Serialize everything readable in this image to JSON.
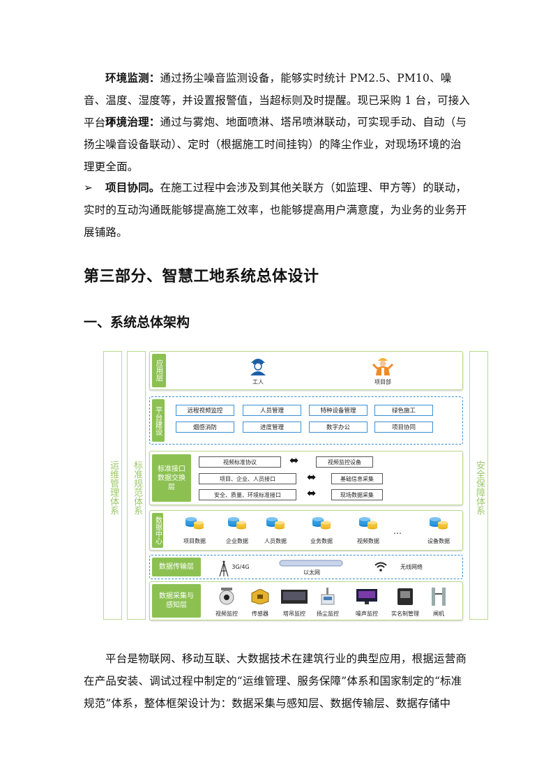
{
  "paragraphs": {
    "env_monitor_label": "环境监测：",
    "env_monitor_text": "通过扬尘噪音监测设备，能够实时统计 PM2.5、PM10、噪音、温度、湿度等，并设置报警值，当超标则及时提醒。现已采购 1 台，可接入平台中。",
    "env_govern_label": "环境治理：",
    "env_govern_text": "通过与雾炮、地面喷淋、塔吊喷淋联动，可实现手动、自动（与扬尘噪音设备联动）、定时（根据施工时间挂钩）的降尘作业，对现场环境的治理更全面。",
    "bullet": "➢",
    "project_label": "项目协同。",
    "project_text": "在施工过程中会涉及到其他关联方（如监理、甲方等）的联动，实时的互动沟通既能够提高施工效率，也能够提高用户满意度，为业务的业务开展铺路。",
    "final_text": "平台是物联网、移动互联、大数据技术在建筑行业的典型应用，根据运营商在产品安装、调试过程中制定的“运维管理、服务保障”体系和国家制定的“标准规范”体系，整体框架设计为：数据采集与感知层、数据传输层、数据存储中"
  },
  "headings": {
    "part3": "第三部分、智慧工地系统总体设计",
    "section1": "一、系统总体架构"
  },
  "diagram": {
    "side_left1": "运维管理体系",
    "side_left2": "标准规范体系",
    "side_right": "安全保障体系",
    "app_layer": {
      "label": "应用层",
      "items": [
        "工人",
        "项目部"
      ]
    },
    "platform_layer": {
      "label": "平台建设",
      "items": [
        "远程视频监控",
        "人员管理",
        "特种设备管理",
        "绿色施工",
        "烟感消防",
        "进度管理",
        "数字办公",
        "项目协同"
      ]
    },
    "interface_layer": {
      "label": "标准接口数据交换层",
      "rows": [
        {
          "left": "视频标准协议",
          "right": "视频监控设备"
        },
        {
          "left": "项目、企业、人员接口",
          "right": "基础信息采集"
        },
        {
          "left": "安全、质量、环境标准接口",
          "right": "现场数据采集"
        }
      ]
    },
    "data_layer": {
      "label": "数据中心",
      "items": [
        "项目数据",
        "企业数据",
        "人员数据",
        "业务数据",
        "视频数据",
        "设备数据"
      ],
      "ellipsis": "…"
    },
    "transport_layer": {
      "label": "数据传输层",
      "items": [
        "3G/4G",
        "以太网",
        "无线网络"
      ]
    },
    "sensing_layer": {
      "label": "数据采集与感知层",
      "items": [
        "视频监控",
        "传感器",
        "塔吊监控",
        "扬尘监控",
        "噪声监控",
        "实名制管理",
        "闸机"
      ]
    },
    "colors": {
      "green": "#8cc152",
      "blue_dash": "#3a8fd3",
      "side_border": "#b9d98b"
    }
  }
}
